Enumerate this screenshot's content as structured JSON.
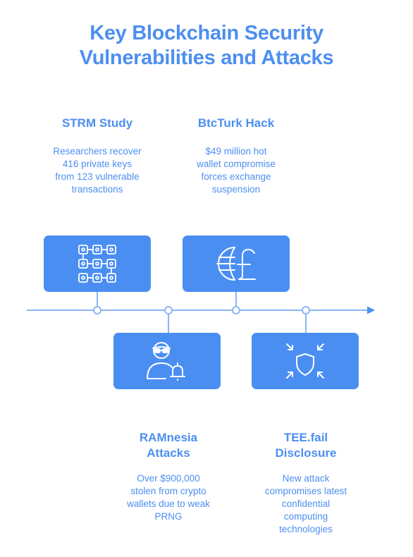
{
  "title": {
    "line1": "Key Blockchain Security",
    "line2": "Vulnerabilities and Attacks"
  },
  "events": [
    {
      "title_lines": [
        "STRM Study"
      ],
      "desc_lines": [
        "Researchers recover",
        "416 private keys",
        "from 123 vulnerable",
        "transactions"
      ],
      "icon": "circuit-grid-icon"
    },
    {
      "title_lines": [
        "RAMnesia",
        "Attacks"
      ],
      "desc_lines": [
        "Over $900,000",
        "stolen from crypto",
        "wallets due to weak",
        "PRNG"
      ],
      "icon": "hacker-alert-icon"
    },
    {
      "title_lines": [
        "BtcTurk Hack"
      ],
      "desc_lines": [
        "$49 million hot",
        "wallet compromise",
        "forces exchange",
        "suspension"
      ],
      "icon": "globe-pound-icon"
    },
    {
      "title_lines": [
        "TEE.fail",
        "Disclosure"
      ],
      "desc_lines": [
        "New attack",
        "compromises latest",
        "confidential",
        "computing",
        "technologies"
      ],
      "icon": "shield-under-attack-icon"
    }
  ],
  "colors": {
    "accent": "#4c8ff0",
    "card": "#4a8ef2",
    "line": "#8bb6f6"
  }
}
